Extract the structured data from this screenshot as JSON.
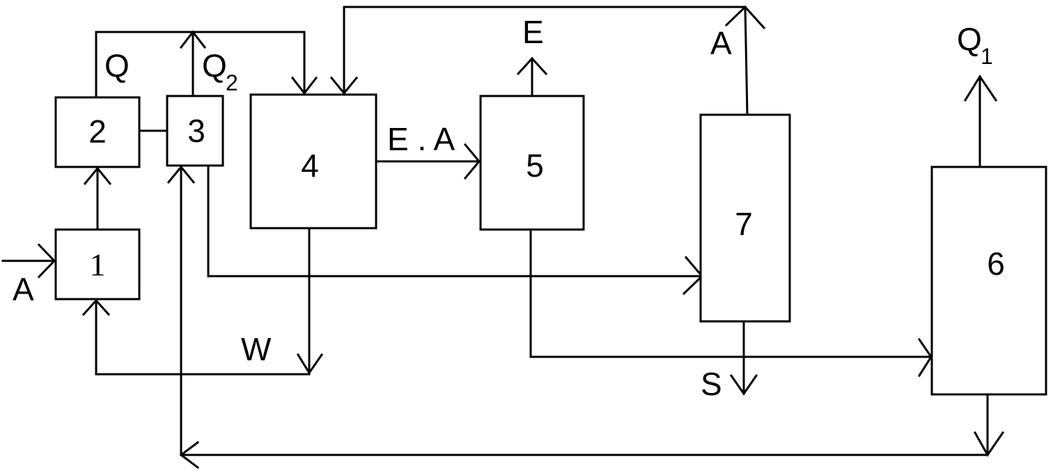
{
  "diagram": {
    "blocks": {
      "b1": "1",
      "b2": "2",
      "b3": "3",
      "b4": "4",
      "b5": "5",
      "b6": "6",
      "b7": "7"
    },
    "labels": {
      "input_a": "A",
      "q": "Q",
      "q2_main": "Q",
      "q2_sub": "2",
      "e_top": "E",
      "a_top": "A",
      "q1_main": "Q",
      "q1_sub": "1",
      "ea": "E . A",
      "w": "W",
      "s": "S"
    }
  }
}
